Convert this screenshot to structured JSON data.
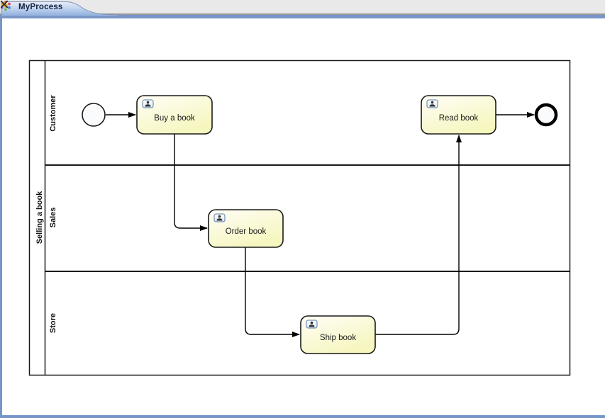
{
  "tab": {
    "title": "MyProcess"
  },
  "icons": {
    "editor_tab_icon": "bpmn-process-file",
    "close_icon": "x-cross",
    "user_task_icon": "person-in-rounded-box"
  },
  "colors": {
    "tab_strip_blue": "#7795c9",
    "tabbar_gray": "#e9e9e9",
    "tab_gradient_top": "#e2eaf7",
    "tab_gradient_bottom": "#8caedd",
    "task_fill_top": "#fffef7",
    "task_fill_bottom": "#f6f6bf",
    "shape_stroke": "#1a1a1a",
    "event_fill": "#fafbfd"
  },
  "diagram": {
    "pool": {
      "label": "Selling a book",
      "lanes": [
        {
          "label": "Customer"
        },
        {
          "label": "Sales"
        },
        {
          "label": "Store"
        }
      ]
    },
    "nodes": {
      "start_event": {
        "type": "start-event",
        "lane": "Customer"
      },
      "task_buy": {
        "label": "Buy a book",
        "type": "user-task",
        "lane": "Customer"
      },
      "task_order": {
        "label": "Order book",
        "type": "user-task",
        "lane": "Sales"
      },
      "task_ship": {
        "label": "Ship book",
        "type": "user-task",
        "lane": "Store"
      },
      "task_read": {
        "label": "Read book",
        "type": "user-task",
        "lane": "Customer"
      },
      "end_event": {
        "type": "end-event",
        "lane": "Customer"
      }
    },
    "flows": [
      {
        "from": "start_event",
        "to": "task_buy"
      },
      {
        "from": "task_buy",
        "to": "task_order"
      },
      {
        "from": "task_order",
        "to": "task_ship"
      },
      {
        "from": "task_ship",
        "to": "task_read"
      },
      {
        "from": "task_read",
        "to": "end_event"
      }
    ]
  }
}
